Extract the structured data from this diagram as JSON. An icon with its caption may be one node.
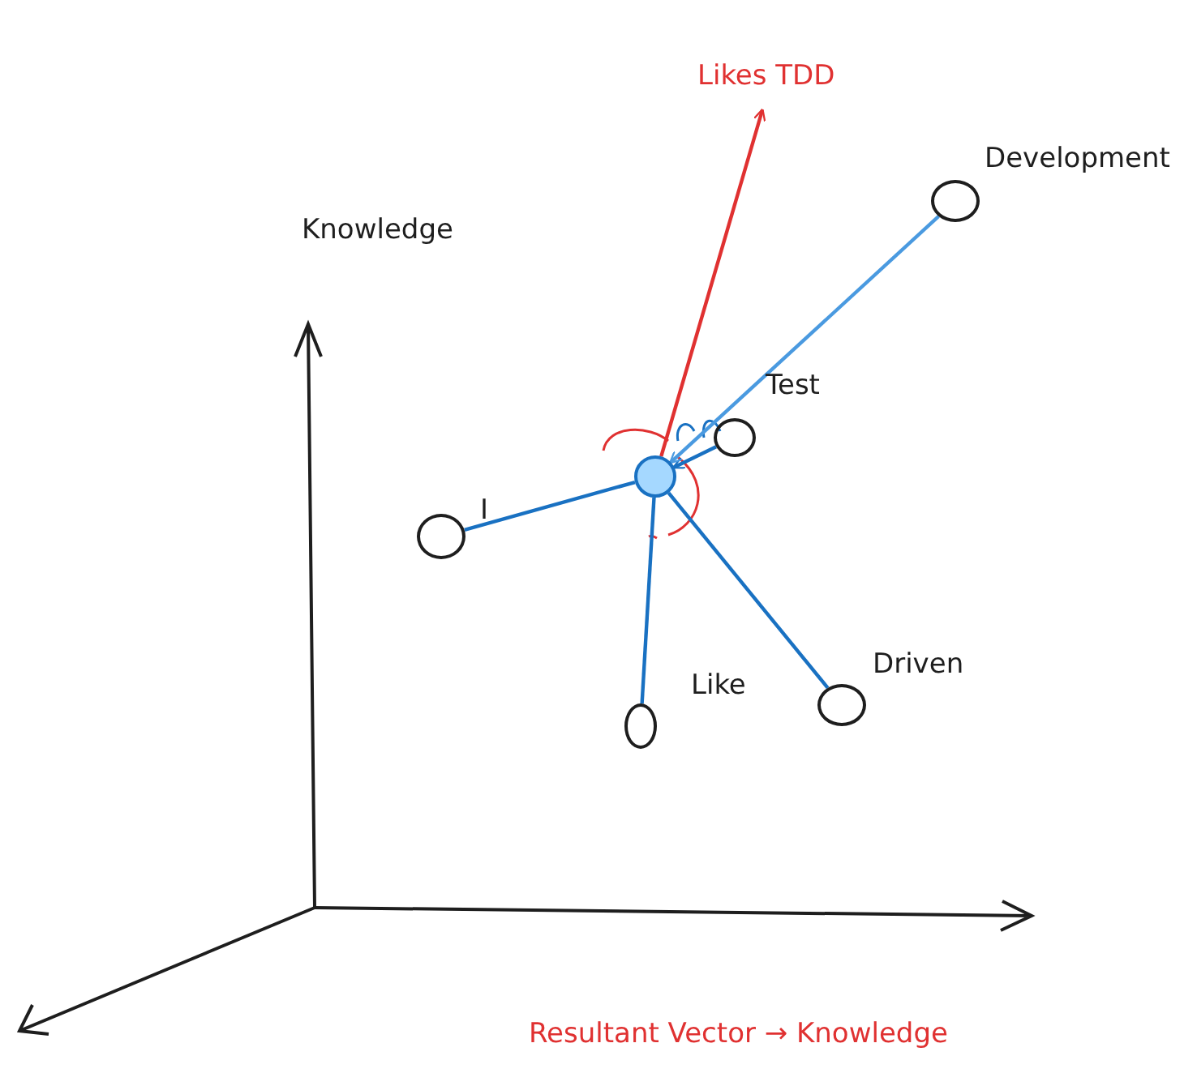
{
  "diagram": {
    "nodes": [
      {
        "text": [],
        "shape": "circle"
      },
      {
        "text": [],
        "shape": "circle",
        "beside": [
          "I"
        ]
      },
      {
        "text": [],
        "shape": "circle",
        "beside": [
          "Like"
        ]
      },
      {
        "text": [],
        "shape": "circle",
        "beside": [
          "Driven"
        ]
      },
      {
        "text": [],
        "shape": "circle",
        "beside": [
          "Test"
        ]
      },
      {
        "text": [],
        "shape": "circle",
        "beside": [
          "Development"
        ]
      },
      {
        "text": [
          "Likes TDD"
        ]
      }
    ],
    "edges": [
      {
        "from": 0,
        "to": 1,
        "arrow": "none"
      },
      {
        "from": 0,
        "to": 2,
        "arrow": "none"
      },
      {
        "from": 0,
        "to": 3,
        "arrow": "none"
      },
      {
        "from": 4,
        "to": 0,
        "arrow": "to"
      },
      {
        "from": 5,
        "to": 0,
        "arrow": "to",
        "color": "#4a9ae0"
      },
      {
        "from": 0,
        "to": 6,
        "arrow": "to",
        "color": "#e03131"
      }
    ],
    "labels": [
      "Knowledge",
      "Resultant Vector → Knowledge"
    ]
  }
}
